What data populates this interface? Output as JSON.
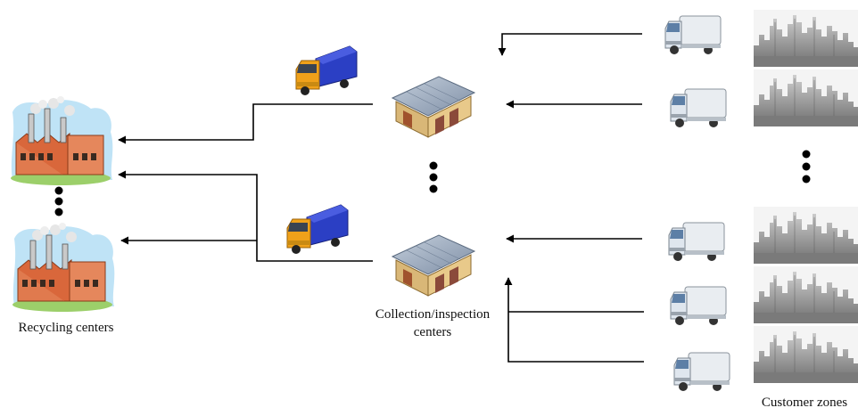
{
  "labels": {
    "recycling": "Recycling centers",
    "collection_line1": "Collection/inspection",
    "collection_line2": "centers",
    "customer": "Customer zones"
  },
  "nodes": {
    "recycling_centers": [
      "factory-icon",
      "factory-icon"
    ],
    "collection_centers": [
      "warehouse-icon",
      "warehouse-icon"
    ],
    "customer_zones": [
      "city-icon",
      "city-icon",
      "city-icon",
      "city-icon",
      "city-icon"
    ],
    "light_trucks": [
      "light-truck-icon",
      "light-truck-icon",
      "light-truck-icon",
      "light-truck-icon",
      "light-truck-icon"
    ],
    "heavy_trucks": [
      "heavy-truck-icon",
      "heavy-truck-icon"
    ]
  },
  "colors": {
    "arrow": "#000000",
    "heavy_truck_cargo": "#2b3fc4",
    "heavy_truck_cab": "#f0a11a",
    "light_truck_cab": "#dfe6ee",
    "factory_brick": "#e07a4e",
    "warehouse_roof": "#9aa9bd",
    "warehouse_wall": "#e8c98a",
    "city_gray": "#8d8d8d",
    "sky": "#bfe3f6"
  }
}
